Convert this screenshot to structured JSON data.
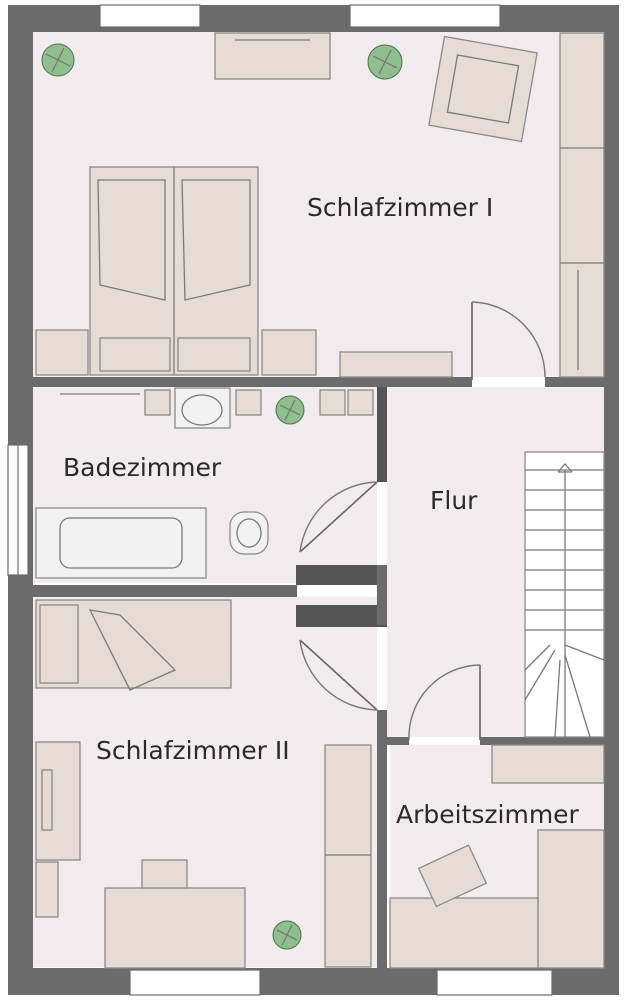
{
  "rooms": {
    "schlafzimmer_1": "Schlafzimmer I",
    "badezimmer": "Badezimmer",
    "flur": "Flur",
    "schlafzimmer_2": "Schlafzimmer II",
    "arbeitszimmer": "Arbeitszimmer"
  }
}
